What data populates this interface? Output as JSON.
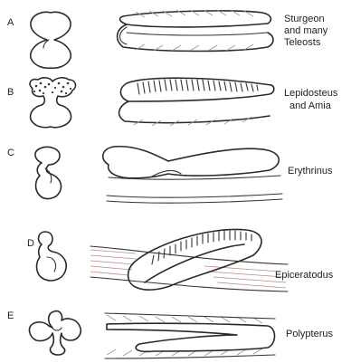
{
  "rows": [
    {
      "letter": "A",
      "label_lines": [
        "Sturgeon",
        "and many",
        "Teleosts"
      ]
    },
    {
      "letter": "B",
      "label_lines": [
        "Lepidosteus",
        "and Amia"
      ]
    },
    {
      "letter": "C",
      "label_lines": [
        "Erythrinus"
      ]
    },
    {
      "letter": "D",
      "label_lines": [
        "Epiceratodus"
      ]
    },
    {
      "letter": "E",
      "label_lines": [
        "Polypterus"
      ]
    }
  ],
  "colors": {
    "stroke": "#2a2a2a",
    "hatch": "#b98a8a",
    "background": "#ffffff"
  }
}
